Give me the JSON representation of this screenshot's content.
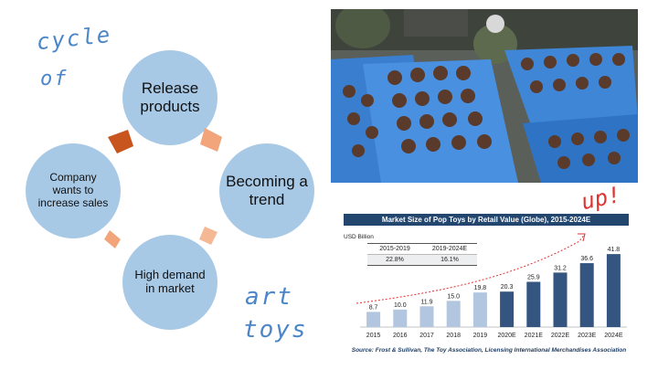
{
  "cycle": {
    "handwriting_top": [
      "cycle",
      "of"
    ],
    "handwriting_bottom": [
      "art",
      "toys"
    ],
    "steps": [
      "Release products",
      "Becoming a trend",
      "High demand in market",
      "Company wants to increase sales"
    ]
  },
  "annotation_up": "up!",
  "chart_data": {
    "type": "bar",
    "title": "Market Size of Pop Toys by Retail Value (Globe), 2015-2024E",
    "ylabel": "USD Billion",
    "categories": [
      "2015",
      "2016",
      "2017",
      "2018",
      "2019",
      "2020E",
      "2021E",
      "2022E",
      "2023E",
      "2024E"
    ],
    "values": [
      8.7,
      10.0,
      11.9,
      15.0,
      19.8,
      20.3,
      25.9,
      31.2,
      36.6,
      41.8
    ],
    "value_labels": [
      "8.7",
      "10.0",
      "11.9",
      "15.0",
      "19.8",
      "20.3",
      "25.9",
      "31.2",
      "36.6",
      "41.8"
    ],
    "ylim": [
      0,
      45
    ],
    "colors": {
      "historical": "#b3c6df",
      "forecast": "#34557f",
      "title_bar": "#23466f"
    },
    "cagr_table": {
      "headers": [
        "2015-2019",
        "2019-2024E"
      ],
      "values": [
        "22.8%",
        "16.1%"
      ]
    },
    "source": "Source: Frost & Sullivan, The Toy Association, Licensing International Merchandises Association"
  }
}
